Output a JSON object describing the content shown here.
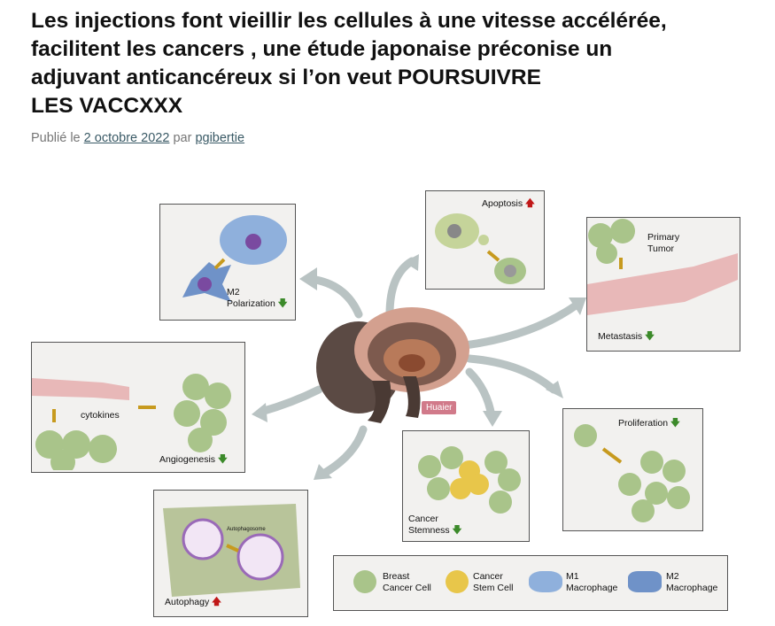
{
  "post": {
    "title_lines": [
      "Les injections font vieillir les cellules à une vitesse accélérée,",
      "facilitent les cancers , une étude japonaise préconise un",
      "adjuvant anticancéreux si l’on veut POURSUIVRE",
      "LES VACCXXX"
    ],
    "meta_prefix": "Publié le",
    "date": "2 octobre 2022",
    "by": "par",
    "author": "pgibertie"
  },
  "figure": {
    "center": "Huaier",
    "m2": [
      "M2",
      "Polarization"
    ],
    "apoptosis": "Apoptosis",
    "tumor": [
      "Primary",
      "Tumor"
    ],
    "metastasis": "Metastasis",
    "cytokines": "cytokines",
    "angiogenesis": "Angiogenesis",
    "stemness": [
      "Cancer",
      "Stemness"
    ],
    "proliferation": "Proliferation",
    "autophagosome": "Autophagosome",
    "autophagy": "Autophagy",
    "arrow_up": "🡅",
    "arrow_down": "🡇",
    "legend": [
      {
        "l1": "Breast",
        "l2": "Cancer Cell",
        "color": "#a9c48a"
      },
      {
        "l1": "Cancer",
        "l2": "Stem Cell",
        "color": "#e8c64a"
      },
      {
        "l1": "M1",
        "l2": "Macrophage",
        "color": "#8fb0dc"
      },
      {
        "l1": "M2",
        "l2": "Macrophage",
        "color": "#6f92c8"
      }
    ]
  }
}
